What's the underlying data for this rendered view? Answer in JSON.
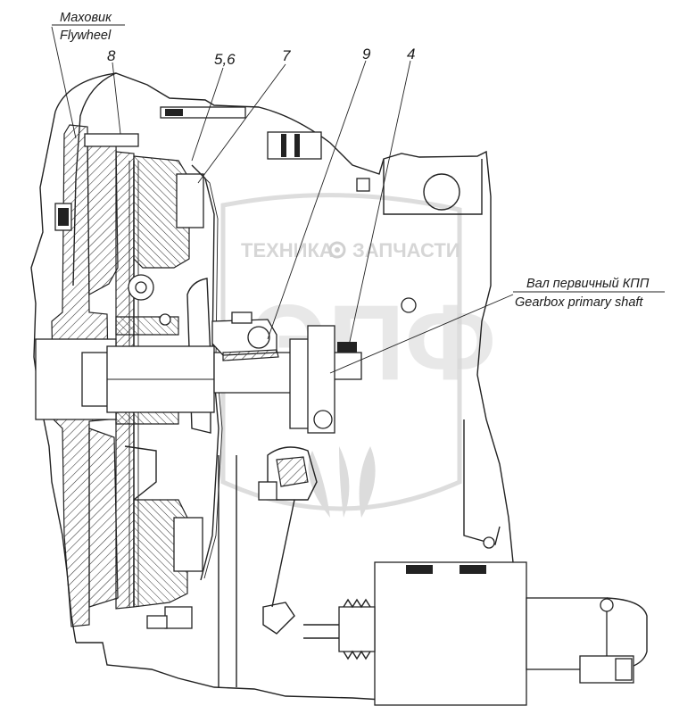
{
  "labels": {
    "flywheel_ru": "Маховик",
    "flywheel_en": "Flywheel",
    "part_8": "8",
    "part_56": "5,6",
    "part_7": "7",
    "part_9": "9",
    "part_4": "4",
    "shaft_ru": "Вал первичный КПП",
    "shaft_en": "Gearbox primary shaft"
  },
  "watermark": {
    "text": "ТЕХНИКА",
    "text2": "ЗАПЧАСТИ",
    "logo": "ЭПФ",
    "gear_icon": "gear-icon"
  }
}
